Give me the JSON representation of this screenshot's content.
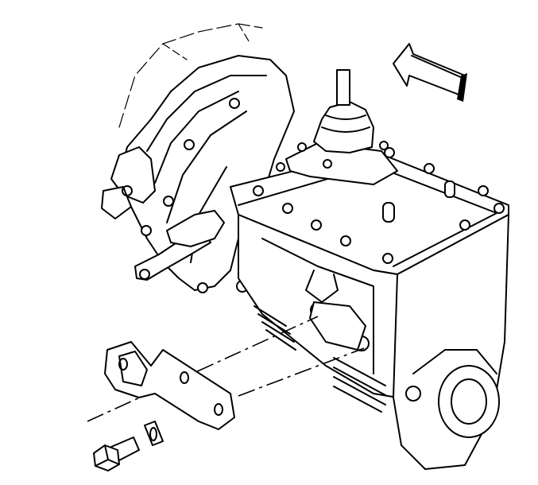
{
  "diagram": {
    "kind": "exploded-view line drawing",
    "labels": [],
    "parts": [
      {
        "id": "transmission-assembly",
        "icon": "transmission-drawing"
      },
      {
        "id": "shifter-boot",
        "icon": "rubber-boot"
      },
      {
        "id": "shift-lever",
        "icon": "lever-shaft"
      },
      {
        "id": "mount-bracket",
        "icon": "bracket-plate"
      },
      {
        "id": "washer",
        "icon": "washer"
      },
      {
        "id": "bolt",
        "icon": "hex-bolt"
      },
      {
        "id": "direction-arrow",
        "icon": "forward-arrow"
      }
    ],
    "colors": {
      "line": "#000000",
      "background": "#ffffff",
      "arrow_shade": "#000000"
    }
  }
}
